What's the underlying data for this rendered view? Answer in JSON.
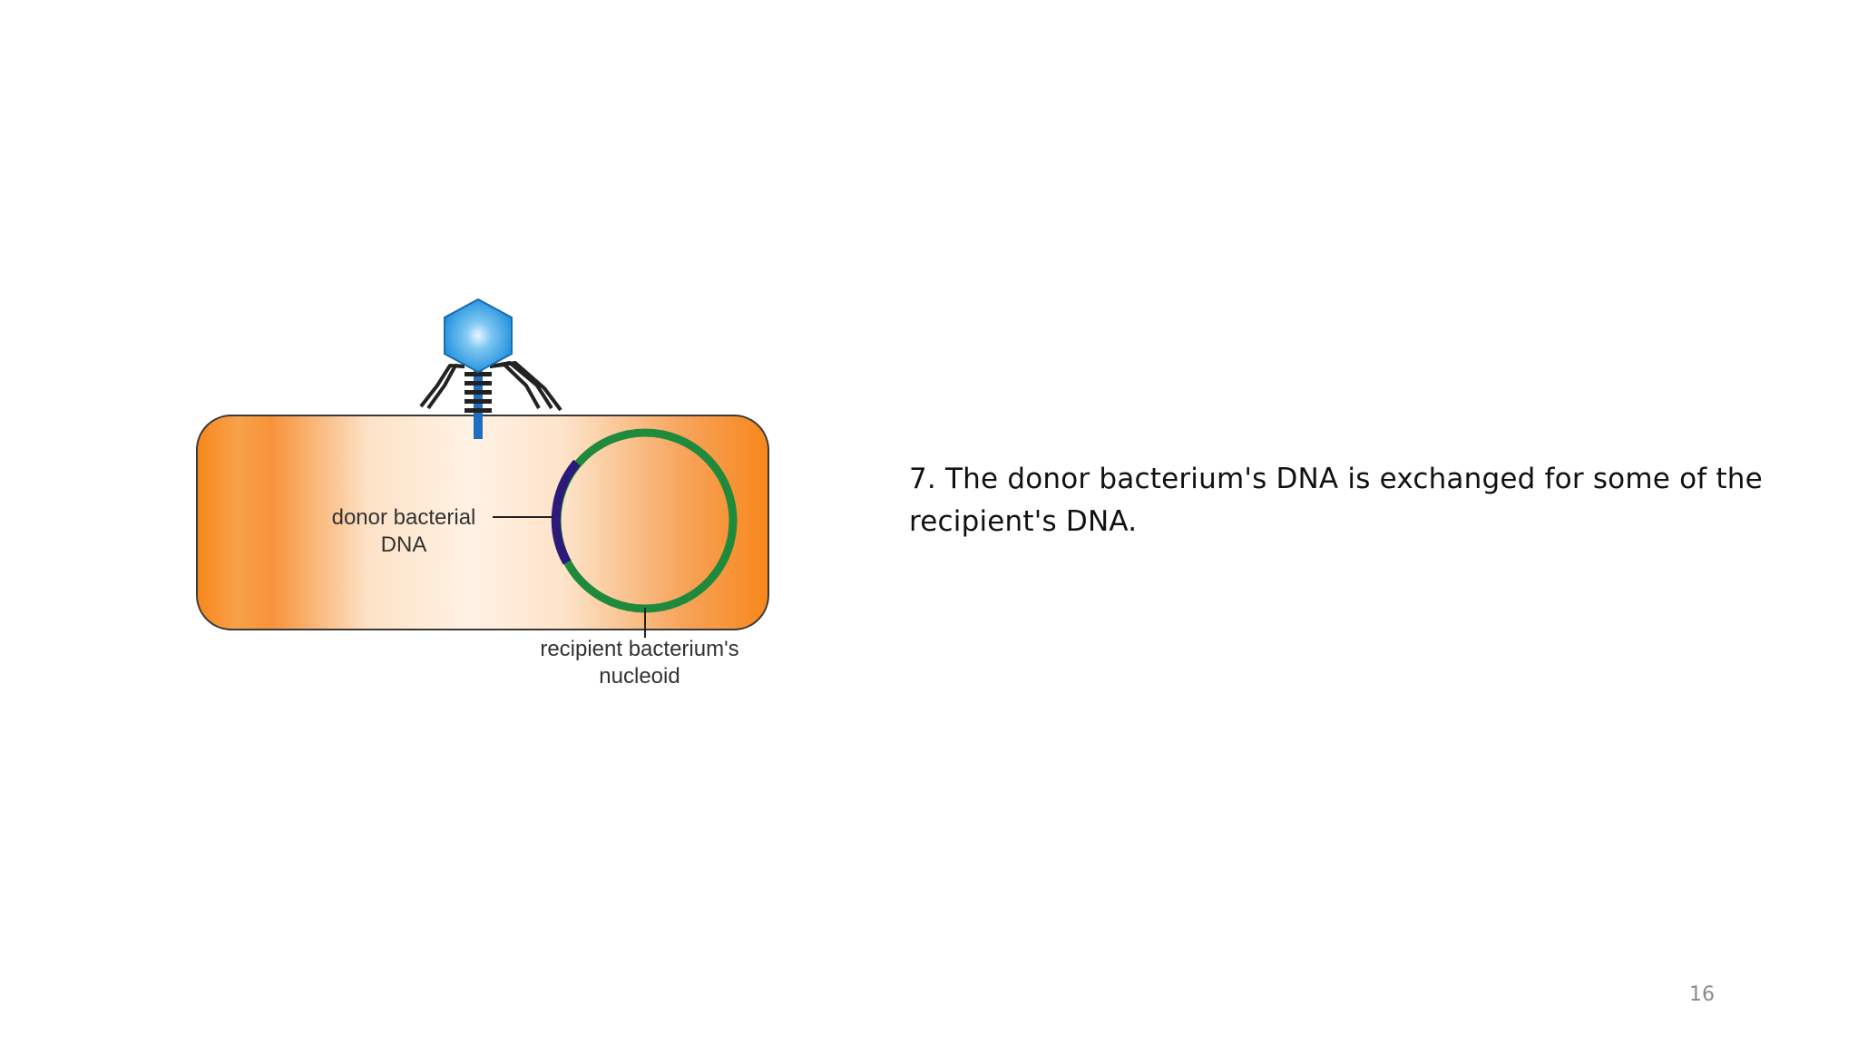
{
  "slide": {
    "body_text": "7.  The donor bacterium's DNA is exchanged for some of the recipient's DNA.",
    "page_number": "16"
  },
  "diagram": {
    "labels": {
      "donor_dna_line1": "donor bacterial",
      "donor_dna_line2": "DNA",
      "nucleoid_line1": "recipient bacterium's",
      "nucleoid_line2": "nucleoid"
    },
    "colors": {
      "bacterium_edge": "#f7871b",
      "bacterium_center": "#fff2e4",
      "recipient_dna": "#1f8a3c",
      "donor_dna": "#2b1a78",
      "phage_head": "#1e8fdc",
      "phage_tail": "#1f6fc0",
      "phage_legs": "#222222"
    },
    "icons": [
      "bacteriophage-icon",
      "bacterium-cell",
      "circular-dna-nucleoid"
    ]
  }
}
